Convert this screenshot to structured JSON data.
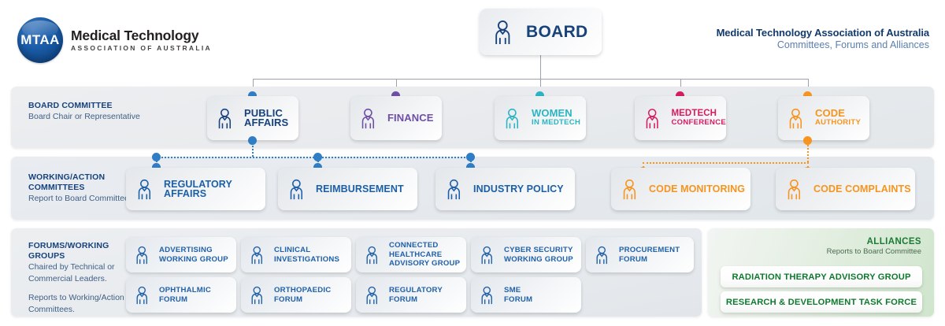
{
  "brand": {
    "logo_text": "MTAA",
    "logo_line1": "Medical Technology",
    "logo_line2": "ASSOCIATION OF AUSTRALIA"
  },
  "header": {
    "title": "Medical Technology Association of Australia",
    "subtitle": "Committees, Forums and Alliances"
  },
  "board": {
    "label": "BOARD",
    "color": "#17427c"
  },
  "sections": {
    "board_committee": {
      "title": "BOARD COMMITTEE",
      "subtitle": "Board Chair or Representative"
    },
    "working_committees": {
      "title_line1": "WORKING/ACTION",
      "title_line2": "COMMITTEES",
      "subtitle": "Report to Board Committee"
    },
    "forums": {
      "title_line1": "FORUMS/WORKING",
      "title_line2": "GROUPS",
      "subtitle_line1": "Chaired by Technical or",
      "subtitle_line2": "Commercial  Leaders.",
      "subtitle2_line1": "Reports to Working/Action",
      "subtitle2_line2": "Committees."
    },
    "alliances": {
      "title": "ALLIANCES",
      "subtitle": "Reports to Board Committee"
    }
  },
  "board_committees": [
    {
      "line1": "PUBLIC",
      "line2": "AFFAIRS",
      "color": "#17427c",
      "two_line": true
    },
    {
      "line1": "FINANCE",
      "line2": "",
      "color": "#6e4fa6",
      "two_line": false
    },
    {
      "line1": "WOMEN",
      "line2": "IN MEDTECH",
      "color": "#2bb5c3",
      "two_line": true
    },
    {
      "line1": "MEDTECH",
      "line2": "CONFERENCE",
      "color": "#d81b60",
      "two_line": true
    },
    {
      "line1": "CODE",
      "line2": "AUTHORITY",
      "color": "#f7941e",
      "two_line": true
    }
  ],
  "working_committees": [
    {
      "line1": "REGULATORY",
      "line2": "AFFAIRS",
      "color": "#1b5fa8",
      "two_line": true
    },
    {
      "line1": "REIMBURSEMENT",
      "line2": "",
      "color": "#1b5fa8",
      "two_line": false
    },
    {
      "line1": "INDUSTRY POLICY",
      "line2": "",
      "color": "#1b5fa8",
      "two_line": false
    },
    {
      "line1": "CODE MONITORING",
      "line2": "",
      "color": "#f7941e",
      "two_line": false
    },
    {
      "line1": "CODE COMPLAINTS",
      "line2": "",
      "color": "#f7941e",
      "two_line": false
    }
  ],
  "forum_groups": [
    {
      "lines": [
        "ADVERTISING",
        "WORKING GROUP"
      ]
    },
    {
      "lines": [
        "CLINICAL",
        "INVESTIGATIONS"
      ]
    },
    {
      "lines": [
        "CONNECTED",
        "HEALTHCARE",
        "ADVISORY GROUP"
      ]
    },
    {
      "lines": [
        "CYBER SECURITY",
        "WORKING GROUP"
      ]
    },
    {
      "lines": [
        "PROCUREMENT",
        "FORUM"
      ]
    },
    {
      "lines": [
        "OPHTHALMIC",
        "FORUM"
      ]
    },
    {
      "lines": [
        "ORTHOPAEDIC",
        "FORUM"
      ]
    },
    {
      "lines": [
        "REGULATORY",
        "FORUM"
      ]
    },
    {
      "lines": [
        "SME",
        "FORUM"
      ]
    }
  ],
  "alliance_items": [
    {
      "label": "RADIATION THERAPY ADVISORY GROUP"
    },
    {
      "label": "RESEARCH & DEVELOPMENT TASK FORCE"
    }
  ],
  "colors": {
    "board_blue": "#17427c",
    "node_blue": "#1b5fa8",
    "purple": "#6e4fa6",
    "teal": "#2bb5c3",
    "crimson": "#d81b60",
    "orange": "#f7941e",
    "green": "#0e7a2e",
    "connector_gray": "#9aa3ac",
    "dot_blue": "#2f7dc4"
  },
  "icons": {
    "person": "person-icon"
  }
}
